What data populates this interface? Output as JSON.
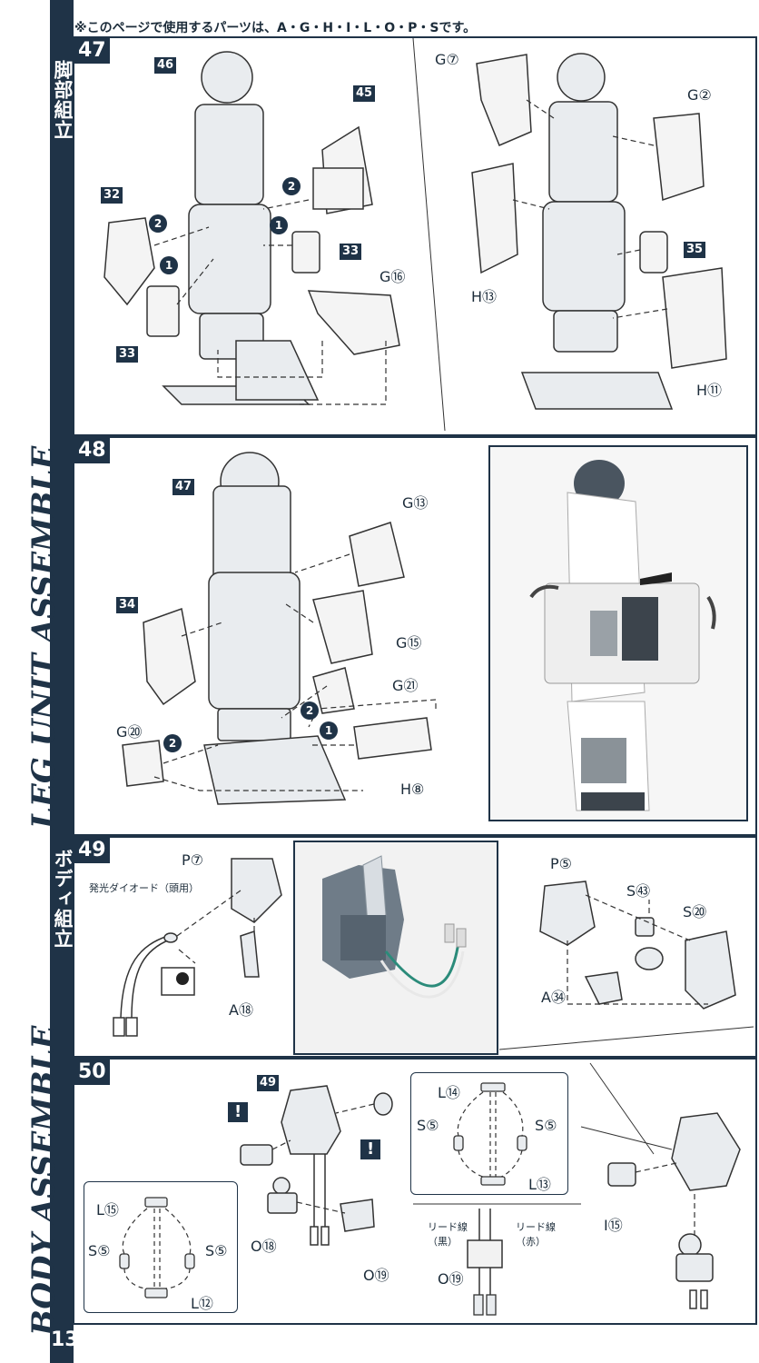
{
  "header": {
    "parts_note": "※このページで使用するパーツは、A・G・H・I・L・O・P・Sです。"
  },
  "sidebar": {
    "leg_jp": "脚部組立",
    "body_jp": "ボディ組立",
    "leg_en": "LEG UNIT ASSEMBLE",
    "body_en": "BODY ASSEMBLE",
    "page_number": "13"
  },
  "steps": {
    "s47": {
      "number": "47",
      "left": {
        "ref46": "46",
        "ref45": "45",
        "ref32": "32",
        "ref33a": "33",
        "ref33b": "33",
        "g16": "G⑯",
        "n2a": "2",
        "n2b": "2",
        "n1a": "1",
        "n1b": "1"
      },
      "right": {
        "g7": "G⑦",
        "g2": "G②",
        "h13": "H⑬",
        "ref35": "35",
        "h11": "H⑪"
      }
    },
    "s48": {
      "number": "48",
      "ref47": "47",
      "g13": "G⑬",
      "ref34": "34",
      "g15": "G⑮",
      "g21": "G㉑",
      "g20": "G⑳",
      "h8": "H⑧",
      "n2a": "2",
      "n2b": "2",
      "n1": "1"
    },
    "s49": {
      "number": "49",
      "p7": "P⑦",
      "led": "発光ダイオード（頭用）",
      "a18": "A⑱",
      "p5": "P⑤",
      "s43": "S㊸",
      "s20": "S⑳",
      "a34": "A㉞"
    },
    "s50": {
      "number": "50",
      "ref49": "49",
      "warn1": "!",
      "warn2": "!",
      "l15": "L⑮",
      "s5a": "S⑤",
      "s5b": "S⑤",
      "l12": "L⑫",
      "o18": "O⑱",
      "o19": "O⑲",
      "l14": "L⑭",
      "s5c": "S⑤",
      "s5d": "S⑤",
      "l13": "L⑬",
      "lead_black": "リード線\n（黒）",
      "lead_red": "リード線\n（赤）",
      "o19b": "O⑲",
      "i15": "I⑮"
    }
  },
  "colors": {
    "brand": "#1f3347",
    "line": "#333333"
  }
}
